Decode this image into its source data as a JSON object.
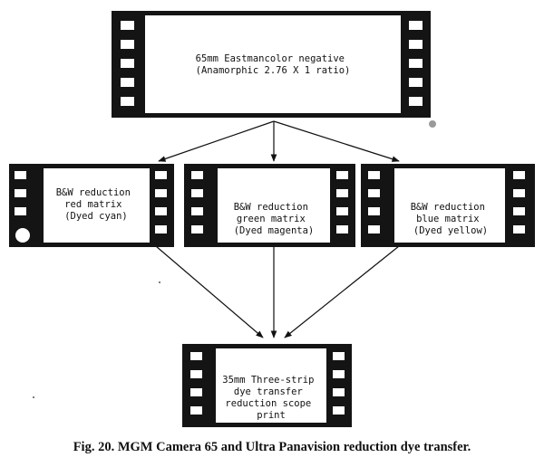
{
  "figure": {
    "caption": "Fig. 20. MGM Camera 65 and Ultra Panavision reduction dye transfer.",
    "colors": {
      "film": "#141414",
      "frame": "#ffffff",
      "ink": "#111111"
    },
    "nodes": {
      "negative": {
        "lines": [
          "65mm Eastmancolor negative",
          "(Anamorphic 2.76 X 1 ratio)"
        ]
      },
      "red_matrix": {
        "lines": [
          "B&W reduction",
          "red matrix",
          "(Dyed cyan)"
        ]
      },
      "green_matrix": {
        "lines": [
          "B&W reduction",
          "green matrix",
          "(Dyed magenta)"
        ]
      },
      "blue_matrix": {
        "lines": [
          "B&W reduction",
          "blue matrix",
          "(Dyed yellow)"
        ]
      },
      "print": {
        "lines": [
          "35mm Three-strip",
          "dye transfer",
          "reduction scope",
          "print"
        ]
      }
    }
  }
}
